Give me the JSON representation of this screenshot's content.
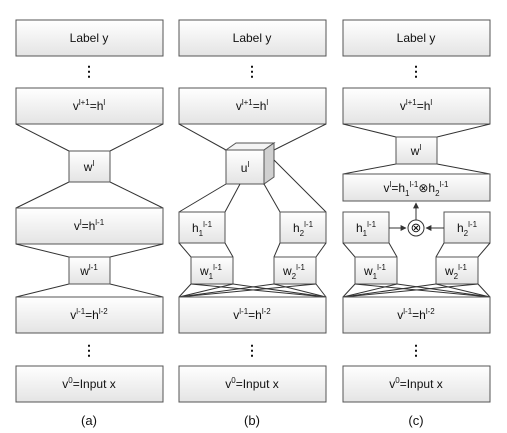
{
  "columns": [
    {
      "caption": "(a)",
      "label_y": "Label y",
      "top": {
        "base": "v",
        "sup": "l+1",
        "mid": "=h",
        "sup2": "l"
      },
      "weight_top": {
        "base": "w",
        "sup": "l"
      },
      "middle": {
        "base": "v",
        "sup": "l",
        "mid": "=h",
        "sup2": "l-1"
      },
      "weight_bottom": {
        "base": "w",
        "sup": "l-1"
      },
      "lower": {
        "base": "v",
        "sup": "l-1",
        "mid": "=h",
        "sup2": "l-2"
      },
      "input": {
        "base": "v",
        "sup": "0",
        "rest": "=Input x"
      }
    },
    {
      "caption": "(b)",
      "label_y": "Label y",
      "top": {
        "base": "v",
        "sup": "l+1",
        "mid": "=h",
        "sup2": "l"
      },
      "cube": {
        "base": "u",
        "sup": "l"
      },
      "h1": {
        "base": "h",
        "sub": "1",
        "sup": "l-1"
      },
      "h2": {
        "base": "h",
        "sub": "2",
        "sup": "l-1"
      },
      "w1": {
        "base": "w",
        "sub": "1",
        "sup": "l-1"
      },
      "w2": {
        "base": "w",
        "sub": "2",
        "sup": "l-1"
      },
      "lower": {
        "base": "v",
        "sup": "l-1",
        "mid": "=h",
        "sup2": "l-2"
      },
      "input": {
        "base": "v",
        "sup": "0",
        "rest": "=Input x"
      }
    },
    {
      "caption": "(c)",
      "label_y": "Label y",
      "top": {
        "base": "v",
        "sup": "l+1",
        "mid": "=h",
        "sup2": "l"
      },
      "weight_top": {
        "base": "w",
        "sup": "l"
      },
      "product": {
        "base": "v",
        "sup": "l",
        "mid": "=h",
        "sub1": "1",
        "sup1": "l-1",
        "op": "⊗",
        "h2": "h",
        "sub2": "2",
        "sup2": "l-1"
      },
      "h1": {
        "base": "h",
        "sub": "1",
        "sup": "l-1"
      },
      "h2": {
        "base": "h",
        "sub": "2",
        "sup": "l-1"
      },
      "w1": {
        "base": "w",
        "sub": "1",
        "sup": "l-1"
      },
      "w2": {
        "base": "w",
        "sub": "2",
        "sup": "l-1"
      },
      "lower": {
        "base": "v",
        "sup": "l-1",
        "mid": "=h",
        "sup2": "l-2"
      },
      "input": {
        "base": "v",
        "sup": "0",
        "rest": "=Input x"
      }
    }
  ],
  "ellipsis": "⋮",
  "otimes": "⊗"
}
